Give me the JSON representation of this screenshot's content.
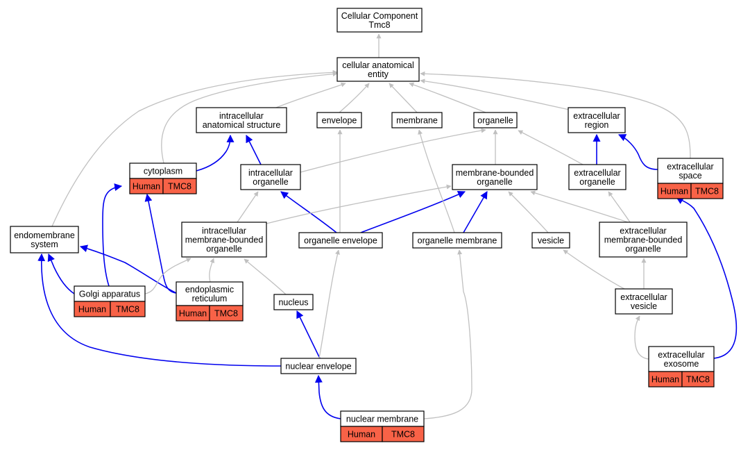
{
  "graph": {
    "colors": {
      "gray_edge": "#c0c0c0",
      "blue_edge": "#0000ee",
      "annotation": "#f86247",
      "node_border": "#000000"
    },
    "nodes": {
      "root": [
        "Cellular Component",
        "Tmc8"
      ],
      "cae": [
        "cellular anatomical",
        "entity"
      ],
      "ias": [
        "intracellular",
        "anatomical structure"
      ],
      "envelope": [
        "envelope"
      ],
      "membrane": [
        "membrane"
      ],
      "organelle": [
        "organelle"
      ],
      "extracellular_region": [
        "extracellular",
        "region"
      ],
      "cytoplasm": [
        "cytoplasm"
      ],
      "intracellular_organelle": [
        "intracellular",
        "organelle"
      ],
      "membrane_bounded_organelle": [
        "membrane-bounded",
        "organelle"
      ],
      "extracellular_organelle": [
        "extracellular",
        "organelle"
      ],
      "extracellular_space": [
        "extracellular",
        "space"
      ],
      "endomembrane_system": [
        "endomembrane",
        "system"
      ],
      "imbo": [
        "intracellular",
        "membrane-bounded",
        "organelle"
      ],
      "organelle_envelope": [
        "organelle envelope"
      ],
      "organelle_membrane": [
        "organelle membrane"
      ],
      "vesicle": [
        "vesicle"
      ],
      "embo": [
        "extracellular",
        "membrane-bounded",
        "organelle"
      ],
      "golgi": [
        "Golgi apparatus"
      ],
      "er": [
        "endoplasmic",
        "reticulum"
      ],
      "nucleus": [
        "nucleus"
      ],
      "extracellular_vesicle": [
        "extracellular",
        "vesicle"
      ],
      "nuclear_envelope": [
        "nuclear envelope"
      ],
      "extracellular_exosome": [
        "extracellular",
        "exosome"
      ],
      "nuclear_membrane": [
        "nuclear membrane"
      ]
    },
    "annotations": {
      "cytoplasm": [
        "Human",
        "TMC8"
      ],
      "extracellular_space": [
        "Human",
        "TMC8"
      ],
      "golgi": [
        "Human",
        "TMC8"
      ],
      "er": [
        "Human",
        "TMC8"
      ],
      "extracellular_exosome": [
        "Human",
        "TMC8"
      ],
      "nuclear_membrane": [
        "Human",
        "TMC8"
      ]
    }
  }
}
